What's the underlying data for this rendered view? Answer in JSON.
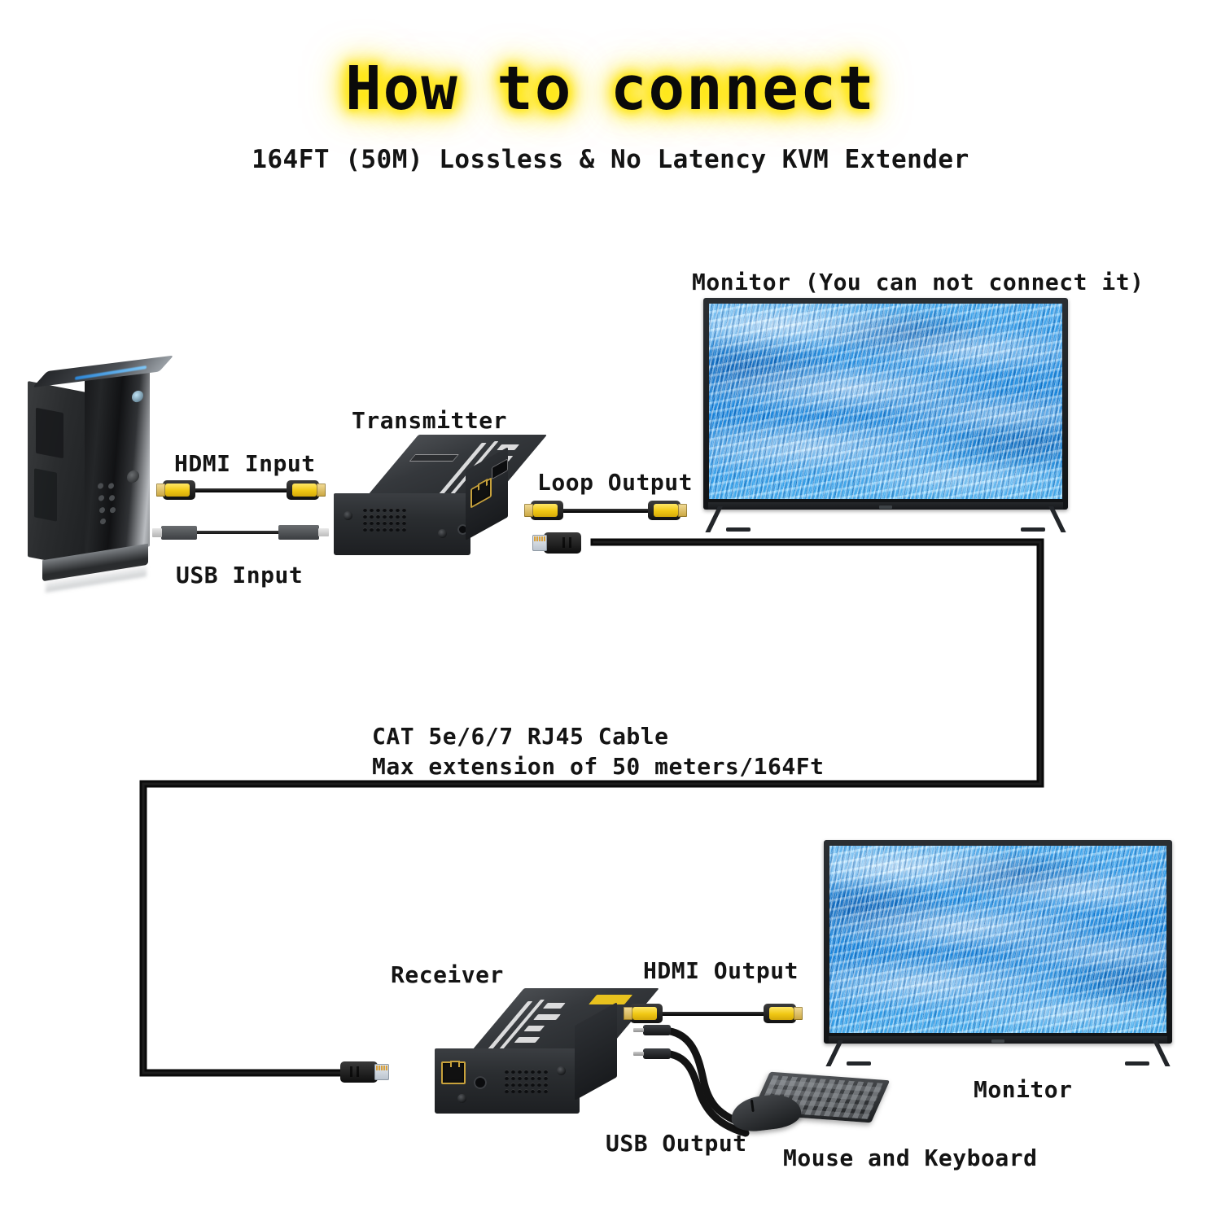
{
  "header": {
    "title": "How to connect",
    "subtitle": "164FT (50M) Lossless & No Latency KVM Extender",
    "title_glow_color": "#ffe600",
    "text_color": "#141414"
  },
  "labels": {
    "monitor_loop": "Monitor (You can not connect it)",
    "monitor_receiver": "Monitor",
    "transmitter": "Transmitter",
    "receiver": "Receiver",
    "hdmi_input": "HDMI Input",
    "usb_input": "USB Input",
    "loop_output": "Loop Output",
    "hdmi_output": "HDMI Output",
    "usb_output": "USB Output",
    "mouse_keyboard": "Mouse and Keyboard",
    "cat_cable_line1": "CAT 5e/6/7 RJ45 Cable",
    "cat_cable_line2": "Max extension of 50 meters/164Ft"
  },
  "devices": {
    "pc": {
      "name": "Desktop PC tower",
      "accent": "#2b86d8"
    },
    "transmitter": {
      "name": "KVM extender transmitter",
      "body_color": "#2a2d30"
    },
    "receiver": {
      "name": "KVM extender receiver",
      "body_color": "#2a2d30",
      "label_color": "#e8c21e"
    },
    "monitor_top": {
      "name": "Loop-out monitor",
      "wallpaper": "blue ridged waves",
      "bezel_color": "#1b1e21"
    },
    "monitor_bottom": {
      "name": "Extended monitor",
      "wallpaper": "blue ridged waves",
      "bezel_color": "#1b1e21"
    },
    "peripherals": {
      "name": "Mouse and keyboard",
      "body_color": "#1d1f21"
    }
  },
  "cables": {
    "hdmi": {
      "name": "HDMI cable",
      "connector_color": "#f0c713",
      "tip_color": "#c9a53f"
    },
    "usb": {
      "name": "USB cable",
      "connector_color": "#5c5f62"
    },
    "rj45": {
      "name": "CAT 5e/6/7 RJ45 cable",
      "jacket_color": "#000000",
      "length": "50 meters/164Ft"
    }
  },
  "icons": {
    "hdmi_connector": "hdmi-connector-icon",
    "usb_connector": "usb-connector-icon",
    "rj45_connector": "rj45-connector-icon"
  }
}
